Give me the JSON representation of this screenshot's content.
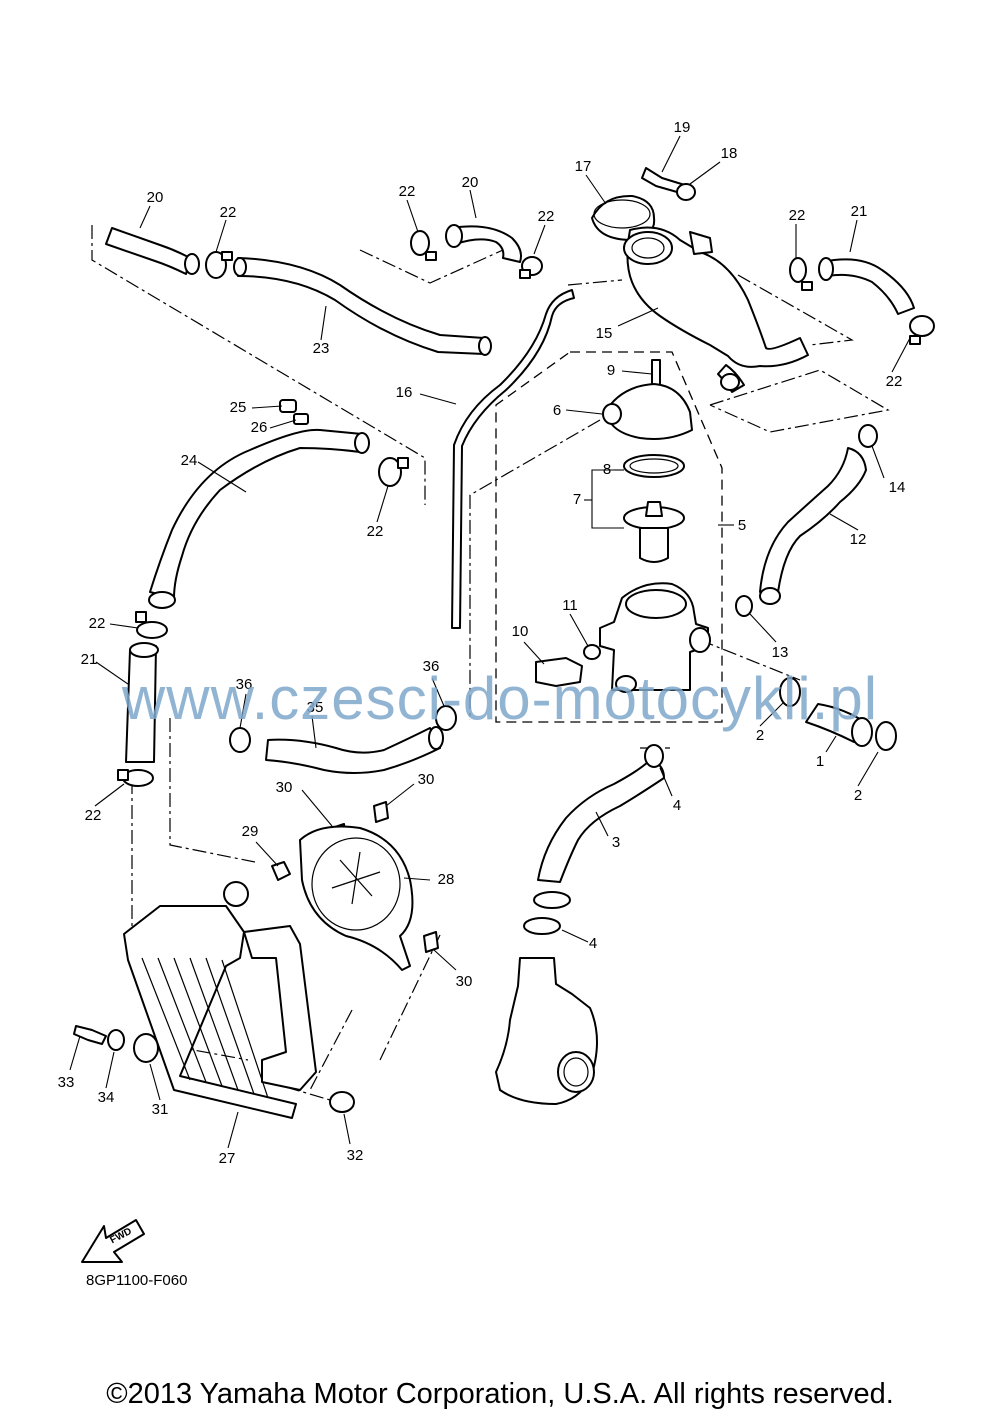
{
  "labels": [
    "1",
    "2",
    "3",
    "4",
    "5",
    "6",
    "7",
    "8",
    "9",
    "10",
    "11",
    "12",
    "13",
    "14",
    "15",
    "16",
    "17",
    "18",
    "19",
    "20",
    "21",
    "22",
    "23",
    "24",
    "25",
    "26",
    "27",
    "28",
    "29",
    "30",
    "31",
    "32",
    "33",
    "34",
    "35",
    "36"
  ],
  "watermark": "www.czesci-do-motocykli.pl",
  "catalog_code": "8GP1100-F060",
  "fwd_label": "FWD",
  "copyright": "©2013 Yamaha Motor Corporation, U.S.A. All rights reserved."
}
